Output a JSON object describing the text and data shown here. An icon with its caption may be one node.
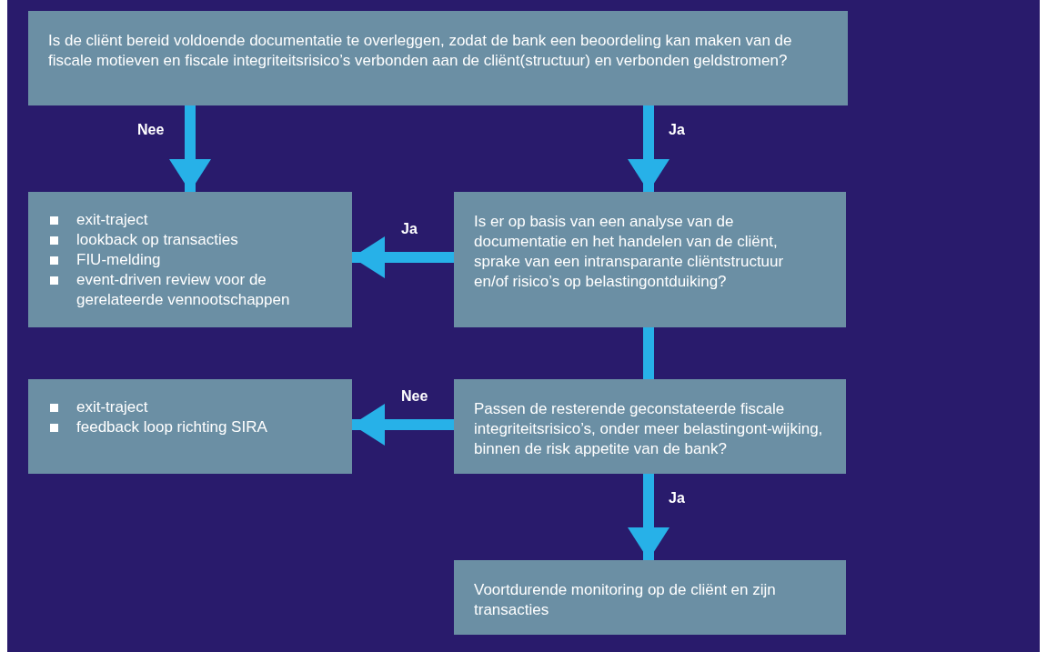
{
  "diagram": {
    "nodes": [
      {
        "text": [
          "Is de cliënt bereid voldoende documentatie te overleggen, zodat de bank een beoordeling kan maken van de fiscale motieven en fiscale integriteitsrisico’s verbonden aan de cliënt(structuur) en verbonden geldstromen?"
        ]
      },
      {
        "text": [
          "exit-traject",
          "lookback op transacties",
          "FIU-melding",
          "event-driven review voor de gerelateerde vennootschappen"
        ]
      },
      {
        "text": [
          "Is er op basis van een analyse van de documentatie en het handelen van de cliënt, sprake van een intransparante cliëntstructuur en/of risico’s op belastingontduiking?"
        ]
      },
      {
        "text": [
          "exit-traject",
          "feedback loop richting SIRA"
        ]
      },
      {
        "text": [
          "Passen de resterende geconstateerde fiscale integriteitsrisico’s, onder meer belastingont-wijking, binnen de risk appetite van de bank?"
        ]
      },
      {
        "text": [
          "Voortdurende monitoring op de cliënt en zijn transacties"
        ]
      }
    ],
    "edges": [
      {
        "from": 0,
        "to": 1,
        "arrow": "to",
        "label": "Nee"
      },
      {
        "from": 0,
        "to": 2,
        "arrow": "to",
        "label": "Ja"
      },
      {
        "from": 2,
        "to": 1,
        "arrow": "to",
        "label": "Ja"
      },
      {
        "from": 2,
        "to": 4,
        "arrow": "none"
      },
      {
        "from": 4,
        "to": 3,
        "arrow": "to",
        "label": "Nee"
      },
      {
        "from": 4,
        "to": 5,
        "arrow": "to",
        "label": "Ja"
      }
    ]
  }
}
